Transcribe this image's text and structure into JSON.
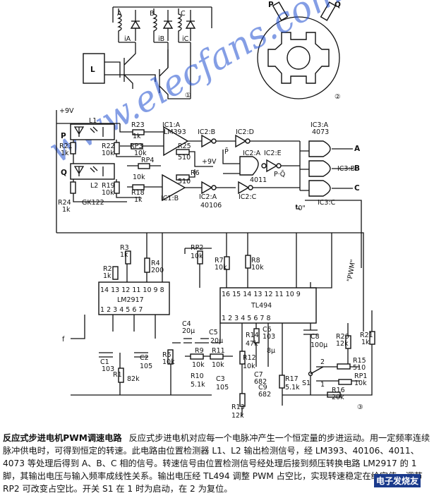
{
  "caption": {
    "title": "反应式步进电机PWM调速电路",
    "body": "反应式步进电机对应每一个电脉冲产生一个恒定量的步进运动。用一定频率连续脉冲供电时，可得到恒定的转速。此电路由位置检测器 L1、L2 输出检测信号，经 LM393、40106、4011、4073 等处理后得到 A、B、C 相的信号。转速信号由位置检测信号经处理后接到频压转换电路 LM2917 的 1 脚，其输出电压与输入频率成线性关系。输出电压经 TL494 调整 PWM 占空比，实现转速稳定在给定值。调节 RP2 可改变占空比。开关 S1 在 1 时为启动，在 2 为复位。"
  },
  "watermark": "www.elecfans.com",
  "watermark2": "电子发烧友",
  "labels": {
    "phase_a": "A",
    "phase_b": "B",
    "phase_c": "C",
    "ia": "iA",
    "ib": "iB",
    "ic": "iC",
    "controller": "L",
    "circle1": "①",
    "circle2": "②",
    "circle3": "③",
    "sensor_p": "P",
    "sensor_q": "Q",
    "vcc9": "+9V",
    "vcc9b": "+9V",
    "p_in": "P",
    "q_in": "Q",
    "l1": "L1",
    "l2": "L2",
    "r21": "R21",
    "r21v": "1k",
    "r22": "R22",
    "r22v": "10k",
    "r19": "R19",
    "r19v": "10k",
    "r24": "R24",
    "r24v": "1k",
    "gk": "GK122",
    "r23": "R23",
    "r23v": "1k",
    "rp3": "RP3",
    "rp3v": "10k",
    "rp4": "RP4",
    "rp4v": "10k",
    "r18": "R18",
    "r18v": "1k",
    "ic1a": "IC1:A",
    "lm393": "LM393",
    "ic1b": "IC1:B",
    "r25": "R25",
    "r25v": "510",
    "r6": "R6",
    "r6v": "510",
    "ic2b": "IC2:B",
    "ic2a40106": "IC2:A",
    "c40106": "40106",
    "ic2d": "IC2:D",
    "ic2a": "IC2:A",
    "ic2e": "IC2:E",
    "ic2c": "IC2:C",
    "c4011": "4011",
    "pbar": "P̄",
    "pqbar": "P·Q̄",
    "ic3a": "IC3:A",
    "c4073": "4073",
    "ic3b": "IC3:B",
    "ic3c": "IC3:C",
    "zero": "\"0\"",
    "pwm": "\"PWM\"",
    "r3": "R3",
    "r3v": "1k",
    "r2": "R2",
    "r2v": "1k",
    "r4": "R4",
    "r4v": "200",
    "lm2917": "LM2917",
    "tl494": "TL494",
    "rp2": "RP2",
    "rp2v": "10k",
    "r7": "R7",
    "r7v": "10k",
    "r8": "R8",
    "r8v": "10k",
    "c1": "C1",
    "c1v": "103",
    "r1": "R1",
    "r1v": "82k",
    "c2": "C2",
    "c2v": "105",
    "r5": "R5",
    "r5v": "10k",
    "c4": "C4",
    "c4v": "20μ",
    "c5": "C5",
    "c5v": "20μ",
    "r9": "R9",
    "r9v": "10k",
    "r11": "R11",
    "r11v": "10k",
    "r10": "R10",
    "r10v": "5.1k",
    "c3": "C3",
    "c3v": "105",
    "r12": "R12",
    "r12v": "10k",
    "r13": "R13",
    "r13v": "12k",
    "r14": "R14",
    "r14v": "47k",
    "c6": "C6",
    "c6v": "103",
    "c7": "C7",
    "c7v": "682",
    "c9": "C9",
    "c9v": "682",
    "r17": "R17",
    "r17v": "5.1k",
    "c8": "C8",
    "c8v": "100μ",
    "c8b": "8μ",
    "r20": "R20",
    "r20v": "12k",
    "r21b": "R21",
    "r21bv": "1k",
    "r15": "R15",
    "r15v": "510",
    "rp1": "RP1",
    "rp1v": "10k",
    "r16": "R16",
    "r16v": "20k",
    "s1": "S1",
    "s1p1": "1",
    "s1p2": "2",
    "f": "f"
  }
}
